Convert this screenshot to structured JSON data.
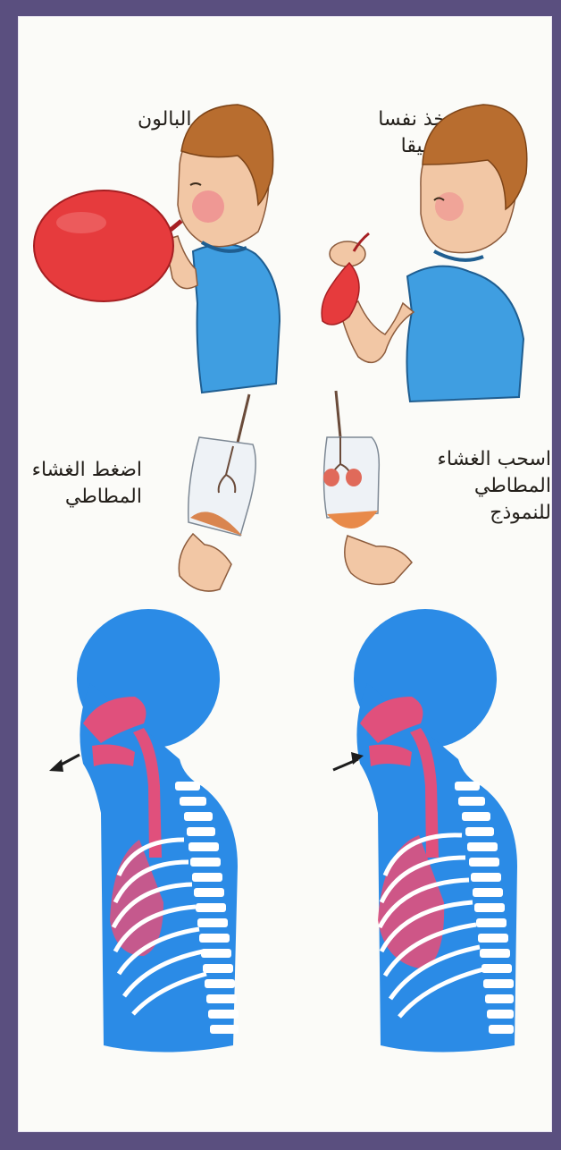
{
  "steps": {
    "top_right": "خذ نفسا\nعميقا",
    "top_left": "انفخ البالون",
    "middle_right": "اسحب الغشاء\nالمطاطي\nللنموذج",
    "middle_left": "اضغط الغشاء\nالمطاطي"
  },
  "colors": {
    "frame": "#5a4f7f",
    "background": "#fbfbf8",
    "skin": "#f2c7a5",
    "hair": "#b86d2f",
    "shirt": "#3f9ee1",
    "balloon": "#e63b3d",
    "body_blue": "#2b8be6",
    "lungs": "#e0507c"
  },
  "icons": [
    "boy-inhaling-icon",
    "boy-blowing-balloon-icon",
    "bell-jar-model-pull-icon",
    "bell-jar-model-push-icon",
    "respiratory-system-exhale-icon",
    "respiratory-system-inhale-icon"
  ]
}
